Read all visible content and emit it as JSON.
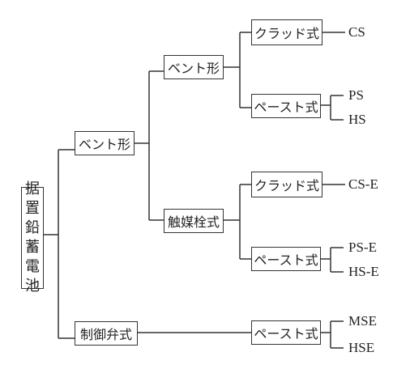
{
  "root": {
    "chars": [
      "据",
      "置",
      "鉛",
      "蓄",
      "電",
      "池"
    ]
  },
  "level1": {
    "vent": "ベント形",
    "valve": "制御弁式"
  },
  "level2": {
    "vent": "ベント形",
    "catalyst": "触媒栓式"
  },
  "level3": {
    "vent_clad": "クラッド式",
    "vent_paste": "ペースト式",
    "cat_clad": "クラッド式",
    "cat_paste": "ペースト式",
    "valve_paste": "ペースト式"
  },
  "leaves": {
    "cs": "CS",
    "ps": "PS",
    "hs": "HS",
    "cs_e": "CS-E",
    "ps_e": "PS-E",
    "hs_e": "HS-E",
    "mse": "MSE",
    "hse": "HSE"
  }
}
